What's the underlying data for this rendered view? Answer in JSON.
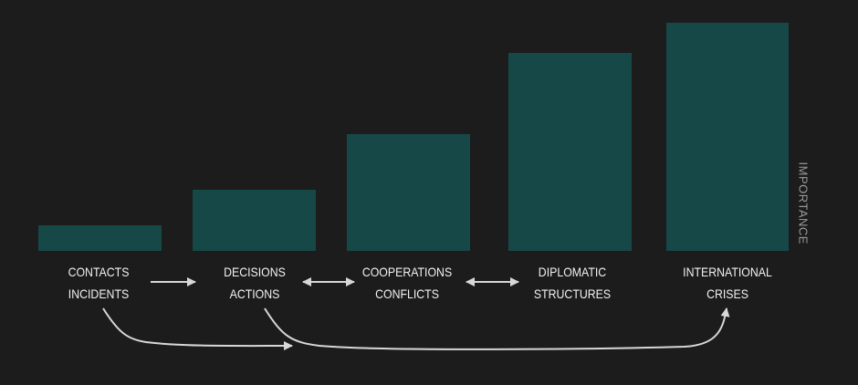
{
  "axis_label": "IMPORTANCE",
  "stages": [
    {
      "line1": "CONTACTS",
      "line2": "INCIDENTS"
    },
    {
      "line1": "DECISIONS",
      "line2": "ACTIONS"
    },
    {
      "line1": "COOPERATIONS",
      "line2": "CONFLICTS"
    },
    {
      "line1": "DIPLOMATIC",
      "line2": "STRUCTURES"
    },
    {
      "line1": "INTERNATIONAL",
      "line2": "CRISES"
    }
  ],
  "colors": {
    "background": "#1c1c1c",
    "bar": "#174848",
    "text": "#f2f2f2",
    "arrow": "#d8d8d8"
  }
}
